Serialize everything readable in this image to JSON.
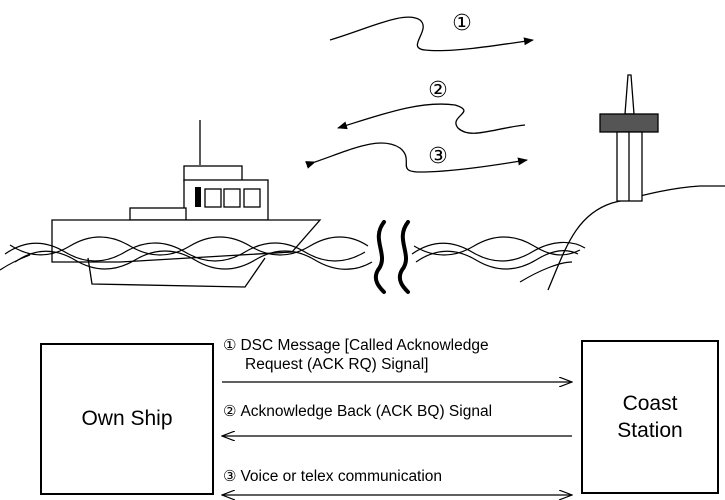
{
  "scene": {
    "numbers": [
      "①",
      "②",
      "③"
    ]
  },
  "boxes": {
    "own_ship": "Own Ship",
    "coast_station_line1": "Coast",
    "coast_station_line2": "Station"
  },
  "messages": {
    "msg1_number": "①",
    "msg1_line1": "DSC Message [Called Acknowledge",
    "msg1_line2": "Request (ACK RQ) Signal]",
    "msg2_number": "②",
    "msg2_text": "Acknowledge Back (ACK BQ) Signal",
    "msg3_number": "③",
    "msg3_text": "Voice or telex communication"
  }
}
